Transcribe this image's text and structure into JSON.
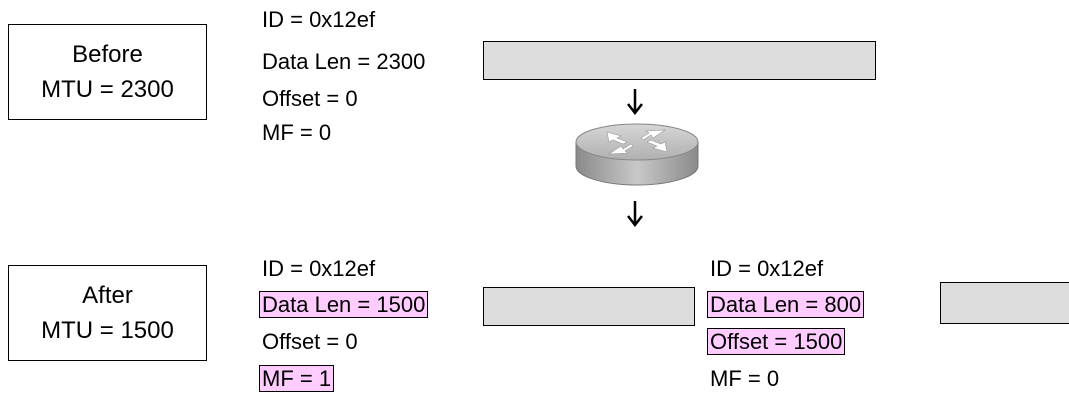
{
  "before": {
    "label_line1": "Before",
    "label_line2": "MTU = 2300",
    "packet": {
      "id": "ID = 0x12ef",
      "data_len": "Data Len = 2300",
      "offset": "Offset = 0",
      "mf": "MF = 0"
    }
  },
  "after": {
    "label_line1": "After",
    "label_line2": "MTU = 1500",
    "fragments": [
      {
        "id": "ID = 0x12ef",
        "data_len": "Data Len = 1500",
        "offset": "Offset = 0",
        "mf": "MF = 1"
      },
      {
        "id": "ID = 0x12ef",
        "data_len": "Data Len = 800",
        "offset": "Offset = 1500",
        "mf": "MF = 0"
      }
    ]
  },
  "colors": {
    "highlight": "#ffccff",
    "packet_fill": "#dddddd",
    "router_body": "#a9a9a9"
  },
  "icons": [
    "router-icon",
    "arrow-down-icon"
  ]
}
